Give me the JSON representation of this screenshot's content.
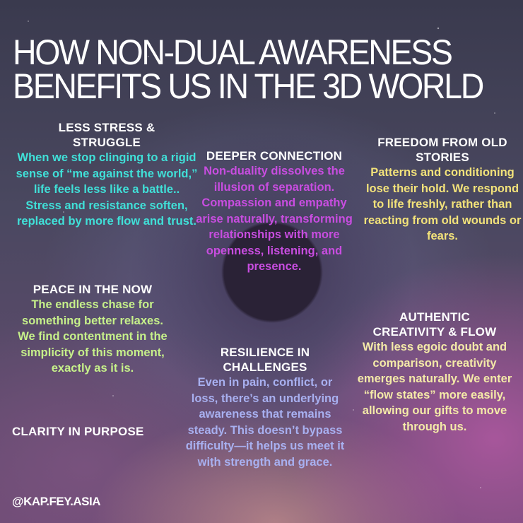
{
  "title": {
    "line1": "HOW NON-DUAL AWARENESS",
    "line2": "BENEFITS US IN THE 3D WORLD"
  },
  "sections": [
    {
      "heading": "LESS STRESS & STRUGGLE",
      "body": "When we stop clinging to a rigid sense of “me against the world,” life feels less like a battle.. Stress and resistance soften, replaced by more flow and trust.",
      "color": "#40e0d8"
    },
    {
      "heading": "DEEPER CONNECTION",
      "body": "Non-duality dissolves the illusion of separation. Compassion and empathy arise naturally, transforming relationships with more openness, listening, and presence.",
      "color": "#c84de0"
    },
    {
      "heading": "FREEDOM FROM OLD STORIES",
      "body": "Patterns and conditioning lose their hold. We respond to life freshly, rather than reacting from old wounds or fears.",
      "color": "#f2e27a"
    },
    {
      "heading": "PEACE IN THE NOW",
      "body": "The endless chase for something better relaxes. We find contentment in the simplicity of this moment, exactly as it is.",
      "color": "#c6f08a"
    },
    {
      "heading": "CLARITY IN PURPOSE",
      "body": "",
      "color": "#ffffff"
    },
    {
      "heading": "RESILIENCE IN CHALLENGES",
      "body": "Even in pain, conflict, or loss, there’s an underlying awareness that remains steady. This doesn’t bypass difficulty—it helps us meet it with strength and grace.",
      "color": "#a8b0f0"
    },
    {
      "heading": "AUTHENTIC CREATIVITY & FLOW",
      "body": "With less egoic doubt and comparison, creativity emerges naturally. We enter “flow states” more easily, allowing our gifts to move through us.",
      "color": "#f4eaa8"
    }
  ],
  "handle": "@KAP.FEY.ASIA"
}
